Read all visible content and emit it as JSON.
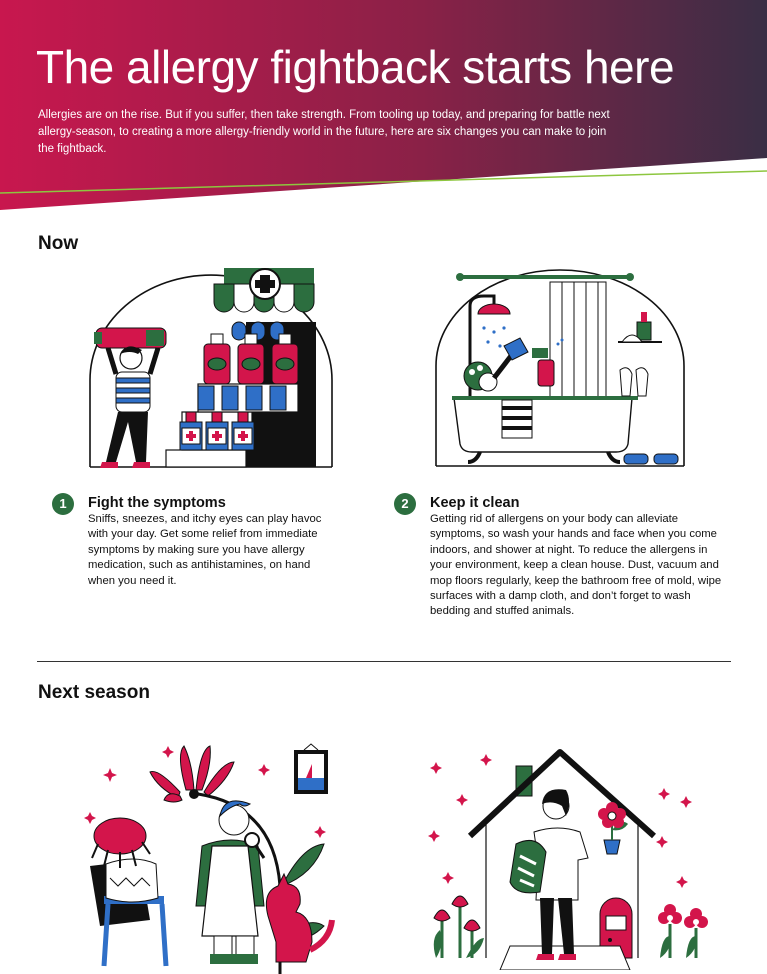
{
  "header": {
    "title": "The allergy fightback starts here",
    "intro": "Allergies are on the rise. But if you suffer, then take strength. From tooling up today, and preparing for battle next allergy-season, to creating a more allergy-friendly world in the future, here are six changes you can make to join the fightback.",
    "colors": {
      "gradient_start": "#c8174e",
      "gradient_end": "#3a2e45",
      "accent_line": "#8dc63f"
    }
  },
  "sections": {
    "now": {
      "heading": "Now"
    },
    "next": {
      "heading": "Next season"
    }
  },
  "steps": [
    {
      "number": "1",
      "title": "Fight the symptoms",
      "body": "Sniffs, sneezes, and itchy eyes can play havoc with your day. Get some relief from immediate symptoms by making sure you have allergy medication, such as antihistamines, on hand when you need it."
    },
    {
      "number": "2",
      "title": "Keep it clean",
      "body": "Getting rid of allergens on your body can alleviate symptoms, so wash your hands and face when you come indoors, and shower at night. To reduce the allergens in your environment, keep a clean house. Dust, vacuum and mop floors regularly, keep the bathroom free of mold, wipe surfaces with a damp cloth, and don’t forget to wash bedding and stuffed animals."
    }
  ],
  "illustrations": {
    "pharmacy": "pharmacy-illustration",
    "bathroom": "bathroom-illustration",
    "gardener": "gardener-illustration",
    "house": "house-illustration"
  },
  "palette": {
    "red": "#d3154b",
    "green": "#2c6e3f",
    "blue": "#2f6fc7",
    "ink": "#111111"
  }
}
